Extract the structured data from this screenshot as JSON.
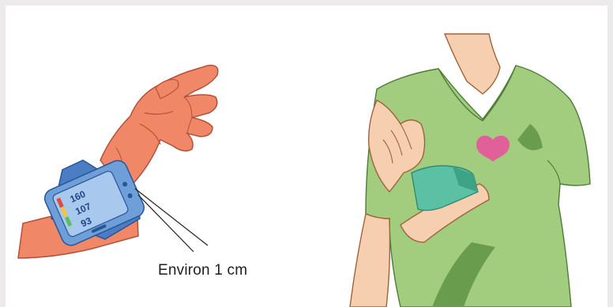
{
  "annotation": {
    "distance_label": "Environ 1 cm"
  },
  "monitor": {
    "systolic": "160",
    "diastolic": "107",
    "pulse": "93"
  },
  "colors": {
    "skin": "#f08868",
    "skin_outline": "#b3503a",
    "cuff_blue": "#4a7dc4",
    "screen": "#a9c8ee",
    "skin_light": "#f6cfb0",
    "shirt": "#a2cd7f",
    "shirt_shadow": "#6a9c4e",
    "arm_cuff": "#5cc0a4",
    "heart": "#e2609a"
  },
  "icons": {
    "heart": "heart-icon"
  }
}
